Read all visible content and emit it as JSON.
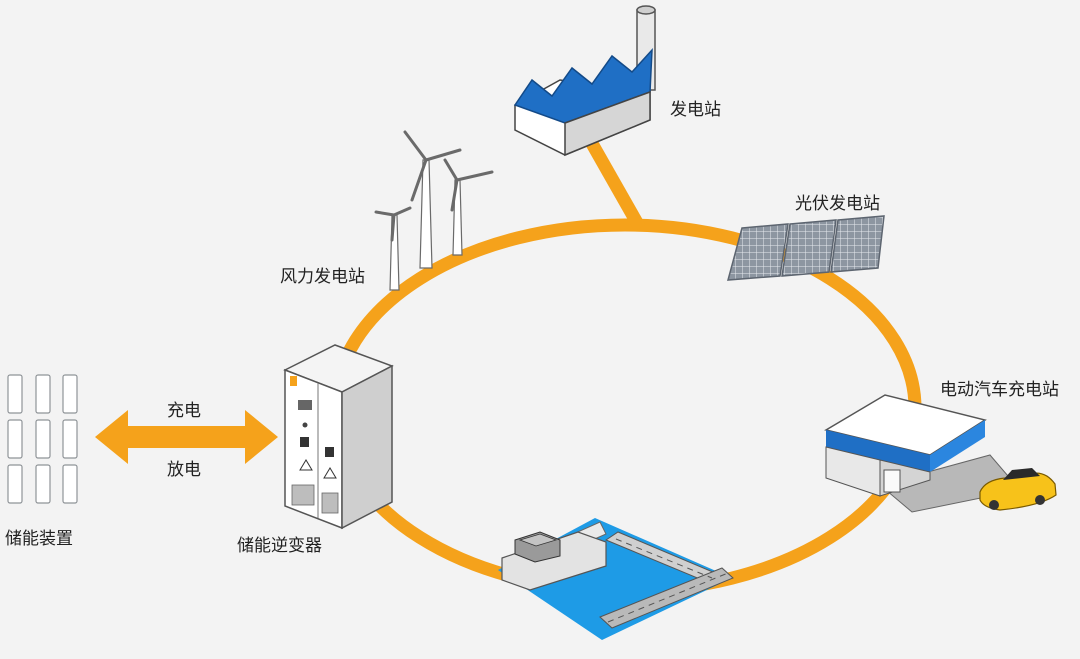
{
  "labels": {
    "power_plant": "发电站",
    "pv_station": "光伏发电站",
    "wind_station": "风力发电站",
    "ev_station": "电动汽车充电站",
    "inverter": "储能逆变器",
    "storage_device": "储能装置",
    "charge": "充电",
    "discharge": "放电"
  },
  "colors": {
    "ring": "#f5a21b",
    "blue": "#1f6fc5",
    "water": "#1e9be6",
    "background": "#f3f3f3",
    "car": "#f7c21a"
  }
}
